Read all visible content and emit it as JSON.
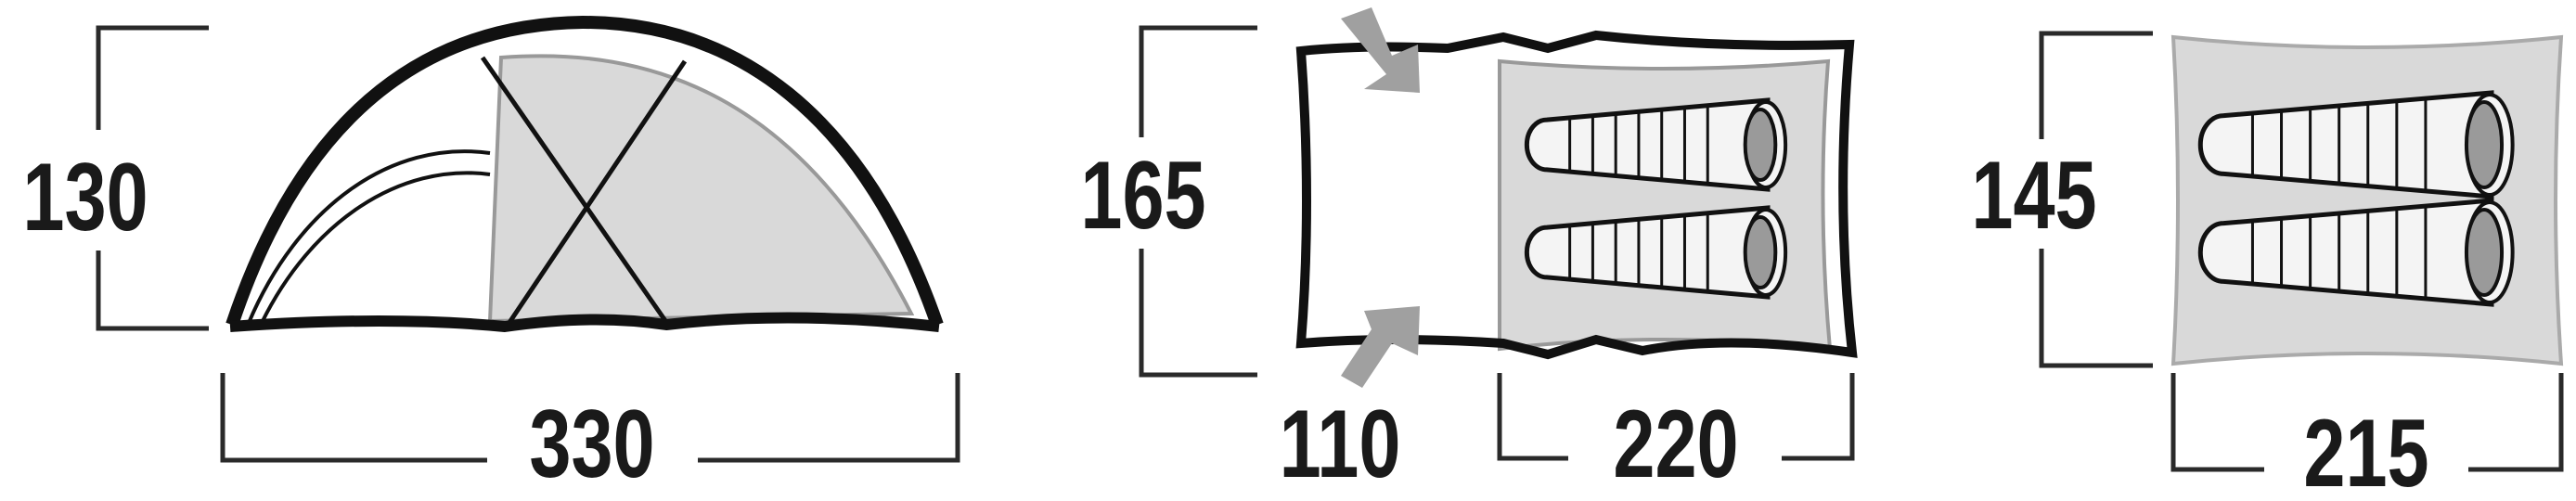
{
  "side_view": {
    "height": "130",
    "length": "330"
  },
  "top_view": {
    "width": "165",
    "vestibule_length": "110",
    "inner_length": "220"
  },
  "inner_tent": {
    "width": "145",
    "length": "215"
  },
  "colors": {
    "line": "#111111",
    "fill": "#d9d9d9",
    "arrow": "#a0a0a0",
    "bag_head": "#9a9a9a"
  }
}
